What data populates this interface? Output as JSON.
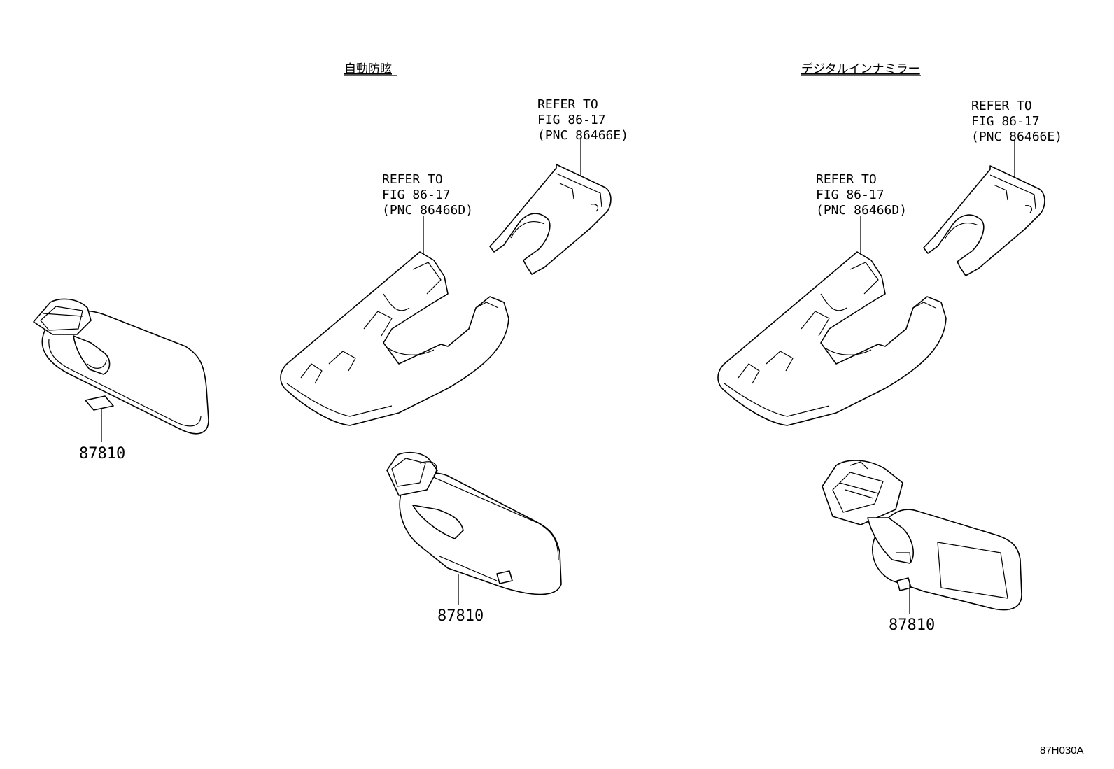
{
  "headers": {
    "auto_dimming": "自動防眩",
    "digital_mirror": "デジタルインナミラー"
  },
  "refs": {
    "mid_upper": [
      "REFER TO",
      "FIG 86-17",
      "(PNC 86466E)"
    ],
    "mid_lower": [
      "REFER TO",
      "FIG 86-17",
      "(PNC 86466D)"
    ],
    "right_upper": [
      "REFER TO",
      "FIG 86-17",
      "(PNC 86466E)"
    ],
    "right_lower": [
      "REFER TO",
      "FIG 86-17",
      "(PNC 86466D)"
    ]
  },
  "part_numbers": {
    "left": "87810",
    "middle": "87810",
    "right": "87810"
  },
  "figure_code": "87H030A"
}
